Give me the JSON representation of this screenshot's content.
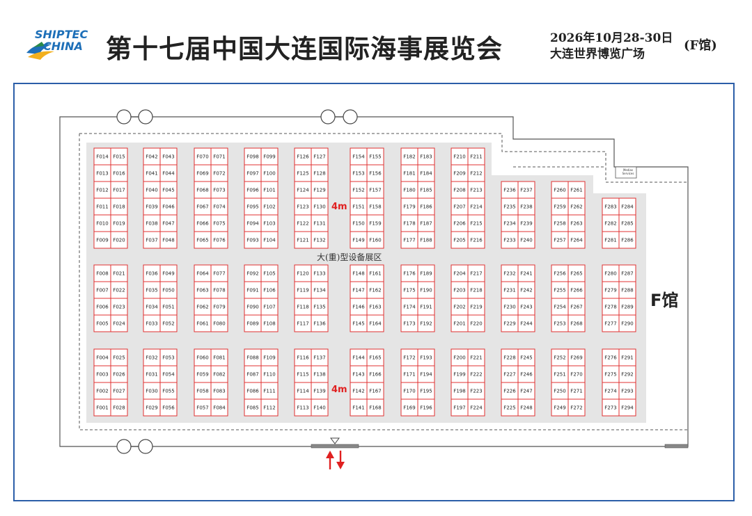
{
  "header": {
    "logo_top": "SHIPTEC",
    "logo_bottom": "CHINA",
    "title": "第十七届中国大连国际海事展览会",
    "date": "2026年10月28-30日",
    "venue": "大连世界博览广场",
    "hall_suffix": "(F馆)"
  },
  "map": {
    "hall_label": "F馆",
    "zone_label": "大(重)型设备展区",
    "aisle_width_top": "4m",
    "aisle_width_bottom": "4m",
    "service_label": "Medias Services",
    "colors": {
      "booth": "#e03030",
      "zone": "#e5e5e5",
      "frame": "#2b5ea8",
      "arrow": "#e02020"
    }
  },
  "booths": [
    {
      "r": 0,
      "c": 0,
      "ids": [
        "F014",
        "F015",
        "F013",
        "F016",
        "F012",
        "F017",
        "F011",
        "F018",
        "F010",
        "F019",
        "F009",
        "F020"
      ]
    },
    {
      "r": 0,
      "c": 1,
      "ids": [
        "F042",
        "F043",
        "F041",
        "F044",
        "F040",
        "F045",
        "F039",
        "F046",
        "F038",
        "F047",
        "F037",
        "F048"
      ]
    },
    {
      "r": 0,
      "c": 2,
      "ids": [
        "F070",
        "F071",
        "F069",
        "F072",
        "F068",
        "F073",
        "F067",
        "F074",
        "F066",
        "F075",
        "F065",
        "F076"
      ]
    },
    {
      "r": 0,
      "c": 3,
      "ids": [
        "F098",
        "F099",
        "F097",
        "F100",
        "F096",
        "F101",
        "F095",
        "F102",
        "F094",
        "F103",
        "F093",
        "F104"
      ]
    },
    {
      "r": 0,
      "c": 4,
      "ids": [
        "F126",
        "F127",
        "F125",
        "F128",
        "F124",
        "F129",
        "F123",
        "F130",
        "F122",
        "F131",
        "F121",
        "F132"
      ]
    },
    {
      "r": 0,
      "c": 5,
      "ids": [
        "F154",
        "F155",
        "F153",
        "F156",
        "F152",
        "F157",
        "F151",
        "F158",
        "F150",
        "F159",
        "F149",
        "F160"
      ]
    },
    {
      "r": 0,
      "c": 6,
      "ids": [
        "F182",
        "F183",
        "F181",
        "F184",
        "F180",
        "F185",
        "F179",
        "F186",
        "F178",
        "F187",
        "F177",
        "F188"
      ]
    },
    {
      "r": 0,
      "c": 7,
      "ids": [
        "F210",
        "F211",
        "F209",
        "F212",
        "F208",
        "F213",
        "F207",
        "F214",
        "F206",
        "F215",
        "F205",
        "F216"
      ]
    },
    {
      "r": 0,
      "c": 8,
      "ids": [
        "F236",
        "F237",
        "F235",
        "F238",
        "F234",
        "F239",
        "F233",
        "F240"
      ]
    },
    {
      "r": 0,
      "c": 9,
      "ids": [
        "F260",
        "F261",
        "F259",
        "F262",
        "F258",
        "F263",
        "F257",
        "F264"
      ]
    },
    {
      "r": 0,
      "c": 10,
      "ids": [
        "F283",
        "F284",
        "F282",
        "F285",
        "F281",
        "F286"
      ]
    },
    {
      "r": 1,
      "c": 0,
      "ids": [
        "F008",
        "F021",
        "F007",
        "F022",
        "F006",
        "F023",
        "F005",
        "F024"
      ]
    },
    {
      "r": 1,
      "c": 1,
      "ids": [
        "F036",
        "F049",
        "F035",
        "F050",
        "F034",
        "F051",
        "F033",
        "F052"
      ]
    },
    {
      "r": 1,
      "c": 2,
      "ids": [
        "F064",
        "F077",
        "F063",
        "F078",
        "F062",
        "F079",
        "F061",
        "F080"
      ]
    },
    {
      "r": 1,
      "c": 3,
      "ids": [
        "F092",
        "F105",
        "F091",
        "F106",
        "F090",
        "F107",
        "F089",
        "F108"
      ]
    },
    {
      "r": 1,
      "c": 4,
      "ids": [
        "F120",
        "F133",
        "F119",
        "F134",
        "F118",
        "F135",
        "F117",
        "F136"
      ]
    },
    {
      "r": 1,
      "c": 5,
      "ids": [
        "F148",
        "F161",
        "F147",
        "F162",
        "F146",
        "F163",
        "F145",
        "F164"
      ]
    },
    {
      "r": 1,
      "c": 6,
      "ids": [
        "F176",
        "F189",
        "F175",
        "F190",
        "F174",
        "F191",
        "F173",
        "F192"
      ]
    },
    {
      "r": 1,
      "c": 7,
      "ids": [
        "F204",
        "F217",
        "F203",
        "F218",
        "F202",
        "F219",
        "F201",
        "F220"
      ]
    },
    {
      "r": 1,
      "c": 8,
      "ids": [
        "F232",
        "F241",
        "F231",
        "F242",
        "F230",
        "F243",
        "F229",
        "F244"
      ]
    },
    {
      "r": 1,
      "c": 9,
      "ids": [
        "F256",
        "F265",
        "F255",
        "F266",
        "F254",
        "F267",
        "F253",
        "F268"
      ]
    },
    {
      "r": 1,
      "c": 10,
      "ids": [
        "F280",
        "F287",
        "F279",
        "F288",
        "F278",
        "F289",
        "F277",
        "F290"
      ]
    },
    {
      "r": 2,
      "c": 0,
      "ids": [
        "F004",
        "F025",
        "F003",
        "F026",
        "F002",
        "F027",
        "F001",
        "F028"
      ]
    },
    {
      "r": 2,
      "c": 1,
      "ids": [
        "F032",
        "F053",
        "F031",
        "F054",
        "F030",
        "F055",
        "F029",
        "F056"
      ]
    },
    {
      "r": 2,
      "c": 2,
      "ids": [
        "F060",
        "F081",
        "F059",
        "F082",
        "F058",
        "F083",
        "F057",
        "F084"
      ]
    },
    {
      "r": 2,
      "c": 3,
      "ids": [
        "F088",
        "F109",
        "F087",
        "F110",
        "F086",
        "F111",
        "F085",
        "F112"
      ]
    },
    {
      "r": 2,
      "c": 4,
      "ids": [
        "F116",
        "F137",
        "F115",
        "F138",
        "F114",
        "F139",
        "F113",
        "F140"
      ]
    },
    {
      "r": 2,
      "c": 5,
      "ids": [
        "F144",
        "F165",
        "F143",
        "F166",
        "F142",
        "F167",
        "F141",
        "F168"
      ]
    },
    {
      "r": 2,
      "c": 6,
      "ids": [
        "F172",
        "F193",
        "F171",
        "F194",
        "F170",
        "F195",
        "F169",
        "F196"
      ]
    },
    {
      "r": 2,
      "c": 7,
      "ids": [
        "F200",
        "F221",
        "F199",
        "F222",
        "F198",
        "F223",
        "F197",
        "F224"
      ]
    },
    {
      "r": 2,
      "c": 8,
      "ids": [
        "F228",
        "F245",
        "F227",
        "F246",
        "F226",
        "F247",
        "F225",
        "F248"
      ]
    },
    {
      "r": 2,
      "c": 9,
      "ids": [
        "F252",
        "F269",
        "F251",
        "F270",
        "F250",
        "F271",
        "F249",
        "F272"
      ]
    },
    {
      "r": 2,
      "c": 10,
      "ids": [
        "F276",
        "F291",
        "F275",
        "F292",
        "F274",
        "F293",
        "F273",
        "F294"
      ]
    }
  ]
}
